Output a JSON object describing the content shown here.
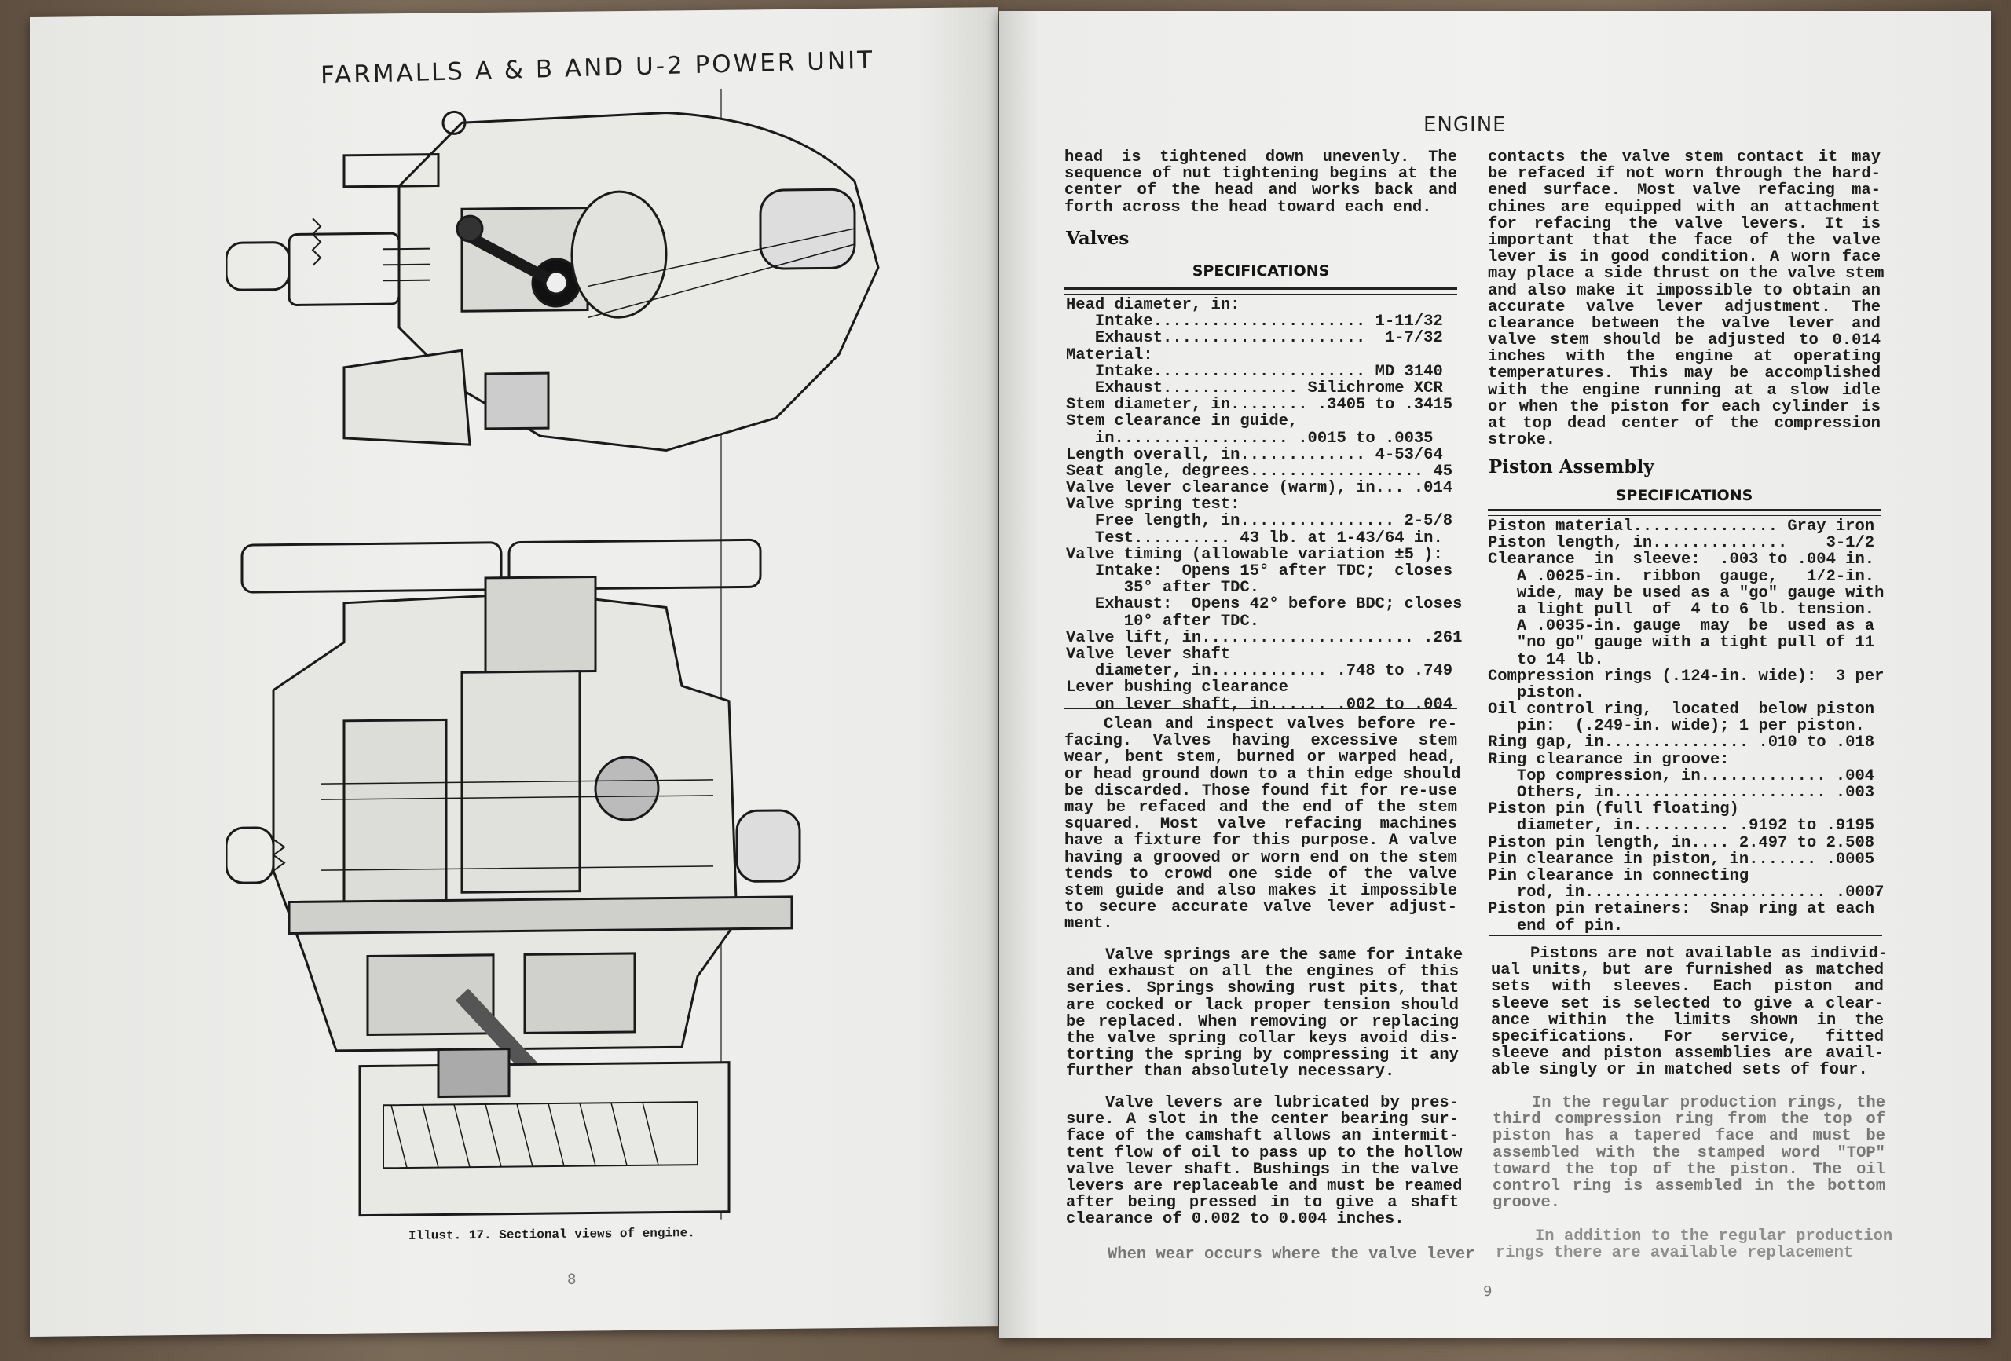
{
  "left_page": {
    "title": "FARMALLS A & B AND U-2 POWER UNIT",
    "caption": "Illust. 17.  Sectional views of engine.",
    "page_number": "8"
  },
  "right_page": {
    "heading": "ENGINE",
    "page_number": "9",
    "left_column": {
      "intro": [
        "head is tightened down unevenly.  The",
        "sequence of nut tightening begins at the",
        "center of  the  head  and works back and",
        "forth across the head toward each end."
      ],
      "valves_heading": "Valves",
      "valves_spec_title": "SPECIFICATIONS",
      "valves_specs": [
        "Head diameter, in:",
        "   Intake...................... 1-11/32",
        "   Exhaust.....................  1-7/32",
        "Material:",
        "   Intake...................... MD 3140",
        "   Exhaust.............. Silichrome XCR",
        "Stem diameter, in........ .3405 to .3415",
        "Stem clearance in guide,",
        "   in.................. .0015 to .0035",
        "Length overall, in............. 4-53/64",
        "Seat angle, degrees.................. 45",
        "Valve lever clearance (warm), in... .014",
        "Valve spring test:",
        "   Free length, in................ 2-5/8",
        "   Test.......... 43 lb. at 1-43/64 in.",
        "Valve timing (allowable variation ±5 ):",
        "   Intake:  Opens 15° after TDC;  closes",
        "      35° after TDC.",
        "   Exhaust:  Opens 42° before BDC; closes",
        "      10° after TDC.",
        "Valve lift, in...................... .261",
        "Valve lever shaft",
        "   diameter, in............ .748 to .749",
        "Lever bushing clearance",
        "   on lever shaft, in...... .002 to .004"
      ],
      "para_clean": [
        "Clean and  inspect valves  before re-",
        "facing.   Valves  having  excessive stem",
        "wear,  bent stem, burned or warped head,",
        "or head ground down to a thin edge should",
        "be discarded. Those found fit for re-use",
        "may be  refaced  and the end of the stem",
        "squared.   Most  valve refacing machines",
        "have a fixture for this purpose. A valve",
        "having a grooved or worn end on the stem",
        "tends  to  crowd  one  side of the valve",
        "stem guide and also makes  it impossible",
        "to secure  accurate  valve lever adjust-",
        "ment."
      ],
      "para_springs": [
        "Valve springs are the same for intake",
        "and  exhaust  on all the engines of this",
        "series.  Springs showing rust pits, that",
        "are cocked or lack proper tension should",
        "be replaced.  When removing or replacing",
        "the valve spring collar keys  avoid dis-",
        "torting the spring by compressing it any",
        "further than absolutely necessary."
      ],
      "para_levers": [
        "Valve levers are lubricated  by pres-",
        "sure.  A slot in the center bearing sur-",
        "face of the camshaft allows an intermit-",
        "tent flow of oil to pass up to the hollow",
        "valve lever shaft. Bushings in the valve",
        "levers are replaceable and must be reamed",
        "after  being  pressed in to give a shaft",
        "clearance of 0.002 to 0.004 inches."
      ],
      "para_wear": [
        "When wear occurs where the valve lever"
      ]
    },
    "right_column": {
      "para_contacts": [
        "contacts the  valve stem contact  it may",
        "be refaced if not worn through the hard-",
        "ened surface.  Most valve refacing   ma-",
        "chines are equipped  with  an attachment",
        "for refacing  the  valve  levers.  It is",
        "important  that  the  face  of the valve",
        "lever is in good condition.  A worn face",
        "may place a side thrust on the valve stem",
        "and also make it impossible to obtain an",
        "accurate valve lever  adjustment.   The",
        "clearance  between  the  valve lever and",
        "valve stem should  be adjusted to  0.014",
        "inches  with  the  engine  at  operating",
        "temperatures.   This may be accomplished",
        "with the  engine running  at a slow idle",
        "or when the piston for each  cylinder is",
        "at top dead  center  of  the compression",
        "stroke."
      ],
      "piston_heading": "Piston Assembly",
      "piston_spec_title": "SPECIFICATIONS",
      "piston_specs": [
        "Piston material............... Gray iron",
        "Piston length, in..............    3-1/2",
        "Clearance  in  sleeve:  .003 to .004 in.",
        "   A .0025-in.  ribbon  gauge,   1/2-in.",
        "   wide, may be used as a \"go\" gauge with",
        "   a light pull  of  4 to 6 lb. tension.",
        "   A .0035-in. gauge  may  be  used as a",
        "   \"no go\" gauge with a tight pull of 11",
        "   to 14 lb.",
        "Compression rings (.124-in. wide):  3 per",
        "   piston.",
        "Oil control ring,  located  below piston",
        "   pin:  (.249-in. wide); 1 per piston.",
        "Ring gap, in............... .010 to .018",
        "Ring clearance in groove:",
        "   Top compression, in............. .004",
        "   Others, in...................... .003",
        "Piston pin (full floating)",
        "   diameter, in.......... .9192 to .9195",
        "Piston pin length, in.... 2.497 to 2.508",
        "Pin clearance in piston, in....... .0005",
        "Pin clearance in connecting",
        "   rod, in......................... .0007",
        "Piston pin retainers:  Snap ring at each",
        "   end of pin."
      ],
      "para_pistons": [
        "Pistons are not available as individ-",
        "ual units, but are furnished as  matched",
        "sets with  sleeves.     Each  piston  and",
        "sleeve set is selected to  give a clear-",
        "ance  within  the  limits  shown in  the",
        "specifications.   For  service,   fitted",
        "sleeve and  piston assemblies are avail-",
        "able singly or in matched sets of four."
      ],
      "para_rings": [
        "In the regular production rings,  the",
        "third compression ring  from  the top of",
        "piston  has  a  tapered face and must be",
        "assembled  with  the  stamped word \"TOP\"",
        "toward the top of the piston.   The  oil",
        "control ring is  assembled in the bottom",
        "groove."
      ],
      "para_addition": [
        "In addition to the regular production",
        "rings there  are  available  replacement"
      ]
    }
  }
}
